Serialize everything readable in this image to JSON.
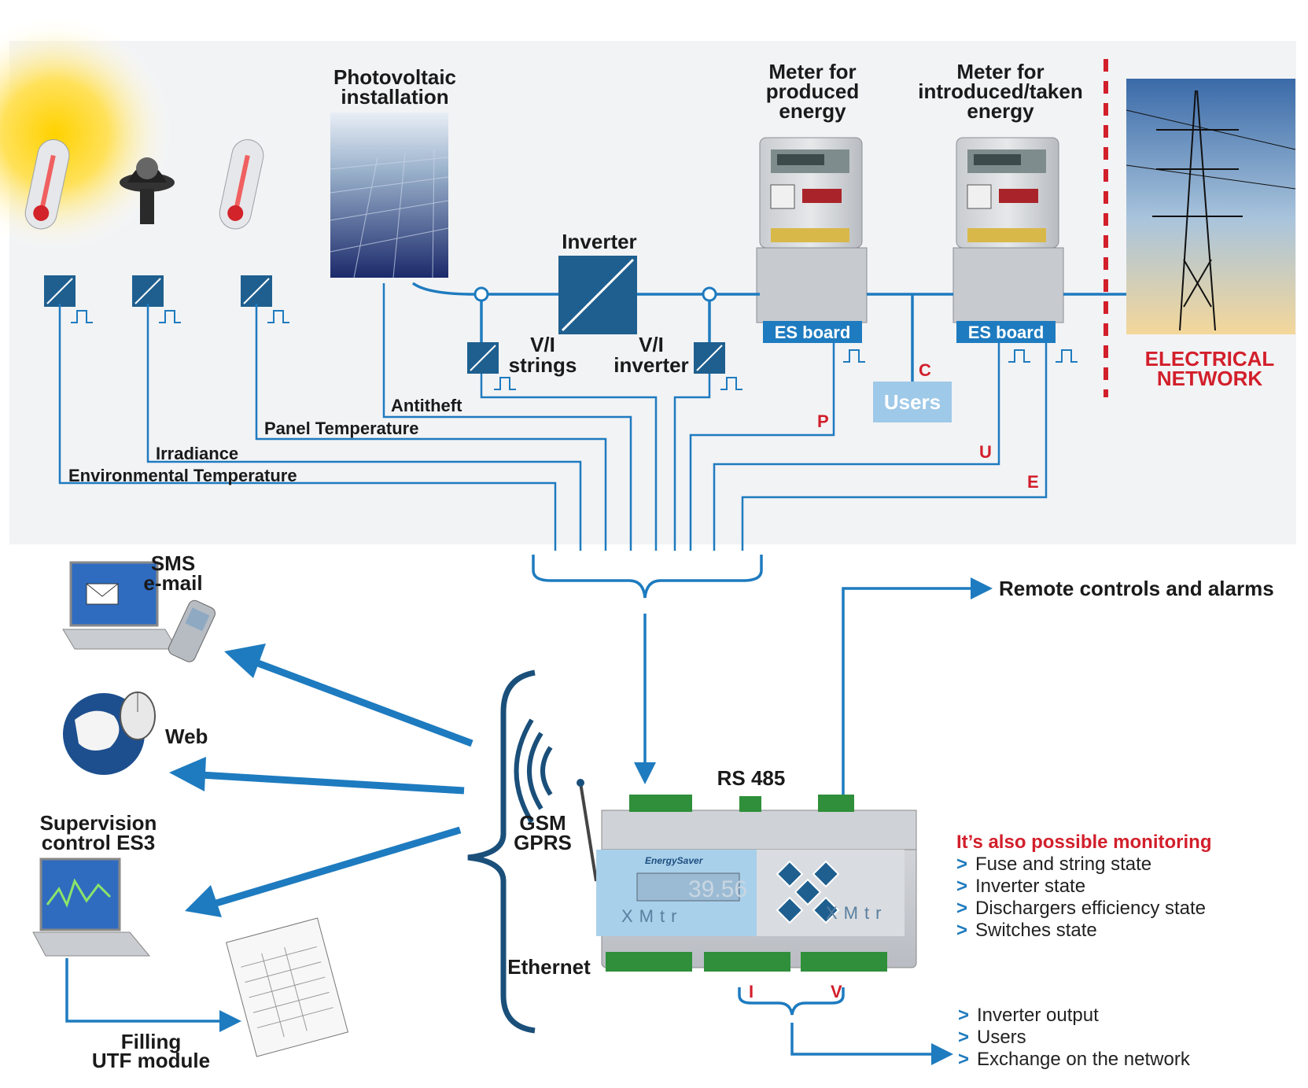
{
  "labels": {
    "pv_installation_1": "Photovoltaic",
    "pv_installation_2": "installation",
    "meter_produced_1": "Meter for",
    "meter_produced_2": "produced",
    "meter_produced_3": "energy",
    "meter_exchange_1": "Meter for",
    "meter_exchange_2": "introduced/taken",
    "meter_exchange_3": "energy",
    "inverter": "Inverter",
    "vi_strings_1": "V/I",
    "vi_strings_2": "strings",
    "vi_inverter_1": "V/I",
    "vi_inverter_2": "inverter",
    "es_board_1": "ES board",
    "es_board_2": "ES board",
    "users": "Users",
    "electrical_network_1": "ELECTRICAL",
    "electrical_network_2": "NETWORK",
    "antitheft": "Antitheft",
    "panel_temperature": "Panel Temperature",
    "irradiance": "Irradiance",
    "environmental_temperature": "Environmental Temperature",
    "line_p": "P",
    "line_c": "C",
    "line_u": "U",
    "line_e": "E",
    "sms_1": "SMS",
    "sms_2": "e-mail",
    "web": "Web",
    "supervision_1": "Supervision",
    "supervision_2": "control ES3",
    "filling_1": "Filling",
    "filling_2": "UTF module",
    "gsm_1": "GSM",
    "gsm_2": "GPRS",
    "ethernet": "Ethernet",
    "rs485": "RS 485",
    "remote_controls": "Remote controls and alarms",
    "device_display": "39.56",
    "device_brand": "EnergySaver",
    "device_model_left": "XMtr",
    "device_model_right": "XMtr",
    "input_i": "I",
    "input_v": "V"
  },
  "monitoring": {
    "title": "It’s also possible monitoring",
    "items": [
      "Fuse and string state",
      "Inverter state",
      "Dischargers efficiency state",
      "Switches state"
    ]
  },
  "measurements": {
    "items": [
      "Inverter output",
      "Users",
      "Exchange on the network"
    ]
  },
  "bullet": ">",
  "colors": {
    "wire": "#1e7bbf",
    "accent_red": "#d21f2b",
    "es_board": "#1e7bbf",
    "users_box": "#9fc9e8"
  },
  "icons": [
    "sun-icon",
    "thermometer-icon",
    "pyranometer-icon",
    "solar-panel-icon",
    "inverter-icon",
    "energy-meter-icon",
    "power-pylon-icon",
    "laptop-icon",
    "phone-icon",
    "globe-mouse-icon",
    "report-sheet-icon",
    "antenna-icon",
    "datalogger-icon"
  ]
}
